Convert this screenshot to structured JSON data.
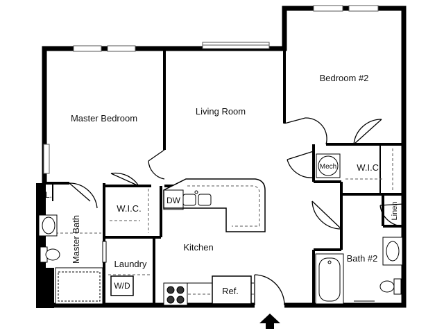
{
  "rooms": {
    "master_bedroom": "Master Bedroom",
    "living_room": "Living Room",
    "bedroom_2": "Bedroom #2",
    "master_wic": "W.I.C.",
    "bedroom_2_wic": "W.I.C.",
    "mech": "Mech",
    "linen": "Linen",
    "linen_closet": "L.",
    "master_bath": "Master Bath",
    "kitchen": "Kitchen",
    "laundry": "Laundry",
    "bath_2": "Bath #2"
  },
  "fixtures": {
    "dishwasher": "DW",
    "washer_dryer": "W/D",
    "refrigerator": "Ref."
  },
  "entry": {
    "icon": "arrow-up-icon"
  },
  "colors": {
    "wall": "#000000",
    "fixture_line": "#444444",
    "window": "#bbbbbb"
  }
}
